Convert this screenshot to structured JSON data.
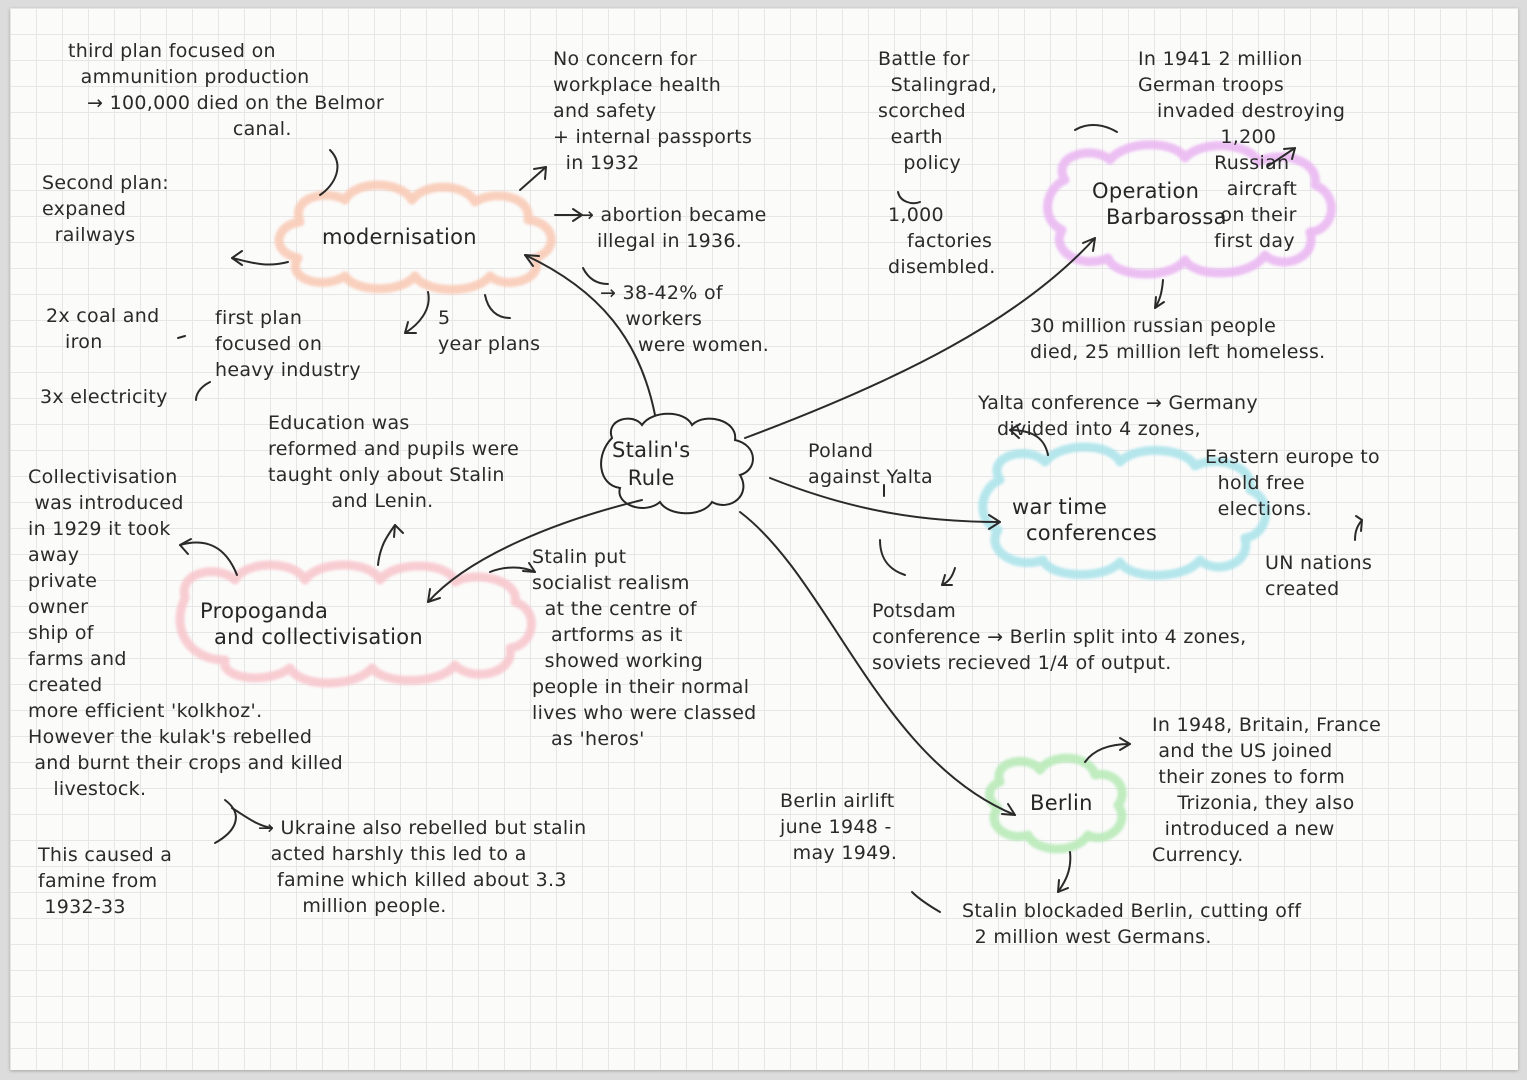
{
  "mind_map": {
    "center": {
      "label": "Stalin's\nRule"
    },
    "colors": {
      "modernisation": "#f9c9b4",
      "propaganda": "#f8c6cc",
      "barbarossa": "#eab5f2",
      "conferences": "#a9e3ea",
      "berlin": "#b6eab6",
      "ink": "#2a2a2a"
    },
    "branches": [
      {
        "id": "modernisation",
        "label": "modernisation",
        "notes": [
          "third plan focused on\n  ammunition production\n   → 100,000 died on the Belmor\n                          canal.",
          "Second plan:\nexpaned\n  railways",
          "2x coal and\n   iron",
          "3x electricity",
          "first plan\nfocused on\nheavy industry",
          "5\nyear plans",
          "No concern for\nworkplace health\nand safety\n+ internal passports\n  in 1932",
          "→ abortion became\n   illegal in 1936.",
          "→ 38-42% of\n    workers\n      were women."
        ]
      },
      {
        "id": "propaganda",
        "label": "Propoganda\n  and collectivisation",
        "notes": [
          "Collectivisation\n was introduced\nin 1929 it took\naway\nprivate\nowner\nship of\nfarms and\ncreated\nmore efficient 'kolkhoz'.\nHowever the kulak's rebelled\n and burnt their crops and killed\n    livestock.",
          "Education was\nreformed and pupils were\ntaught only about Stalin\n          and Lenin.",
          "Stalin put\nsocialist realism\n  at the centre of\n   artforms as it\n  showed working\npeople in their normal\nlives who were classed\n   as 'heros'",
          "This caused a\nfamine from\n 1932-33",
          "→ Ukraine also rebelled but stalin\n  acted harshly this led to a\n   famine which killed about 3.3\n       million people."
        ]
      },
      {
        "id": "barbarossa",
        "label": "Operation\n  Barbarossa",
        "notes": [
          "Battle for\n  Stalingrad,\nscorched\n  earth\n    policy",
          "1,000\n   factories\ndisembled.",
          "In 1941 2 million\nGerman troops\n   invaded destroying\n             1,200\n            Russian\n              aircraft\n             on their\n            first day",
          "30 million russian people\ndied, 25 million left homeless."
        ]
      },
      {
        "id": "conferences",
        "label": "war time\n  conferences",
        "notes": [
          "Yalta conference → Germany\n   divided into 4 zones,",
          "Eastern europe to\n  hold free\n  elections.",
          "UN nations\ncreated",
          "Poland\nagainst Yalta",
          "Potsdam\nconference → Berlin split into 4 zones,\nsoviets recieved 1/4 of output."
        ]
      },
      {
        "id": "berlin",
        "label": "Berlin",
        "notes": [
          "In 1948, Britain, France\n and the US joined\n their zones to form\n    Trizonia, they also\n  introduced a new\nCurrency.",
          "Berlin airlift\njune 1948 -\n  may 1949.",
          "Stalin blockaded Berlin, cutting off\n  2 million west Germans."
        ]
      }
    ]
  }
}
